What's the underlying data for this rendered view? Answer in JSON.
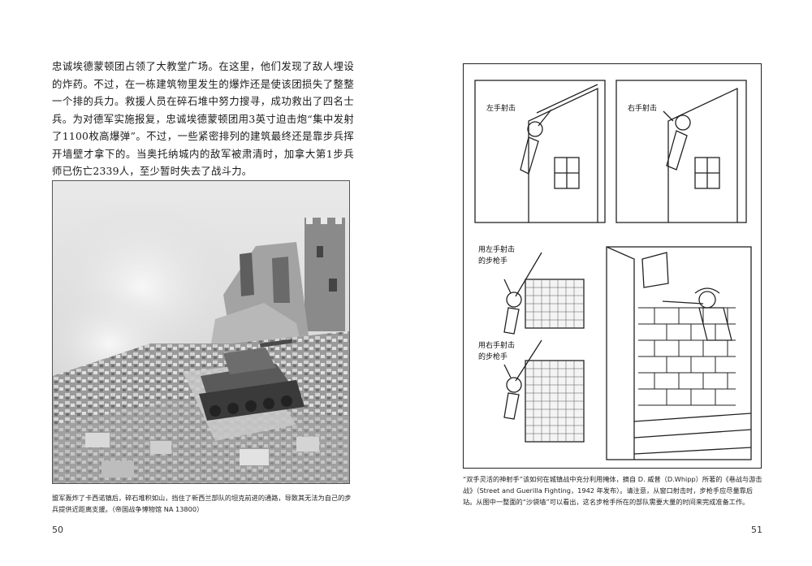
{
  "left_page": {
    "body_text": "忠诚埃德蒙顿团占领了大教堂广场。在这里，他们发现了敌人埋设的炸药。不过，在一栋建筑物里发生的爆炸还是使该团损失了整整一个排的兵力。救援人员在碎石堆中努力搜寻，成功救出了四名士兵。为对德军实施报复，忠诚埃德蒙顿团用3英寸迫击炮“集中发射了1100枚高爆弹”。不过，一些紧密排列的建筑最终还是靠步兵挥开墙壁才拿下的。当奥托纳城内的敌军被肃清时，加拿大第1步兵师已伤亡2339人，至少暂时失去了战斗力。",
    "photo_caption": "盟军轰炸了卡西诺镇后，碎石堆积如山，挡住了新西兰部队的坦克前进的通路，导致其无法为自己的步兵提供近距离支援。（帝国战争博物馆 NA 13800）",
    "page_number": "50"
  },
  "right_page": {
    "figure_labels": {
      "left_hand": "左手射击",
      "right_hand": "右手射击",
      "rifle_left": "用左手射击\n的步枪手",
      "rifle_right": "用右手射击\n的步枪手"
    },
    "caption": "“双手灵活的神射手”该如何在城镇战中充分利用掩体，摘自 D. 威普（D.Whipp）所著的《巷战与游击战》（Street and Guerilla Fighting，1942 年发布）。请注意，从窗口射击时，步枪手应尽量靠后站。从图中一整面的“沙袋墙”可以看出，这名步枪手所在的部队需要大量的时间来完成准备工作。",
    "page_number": "51"
  }
}
